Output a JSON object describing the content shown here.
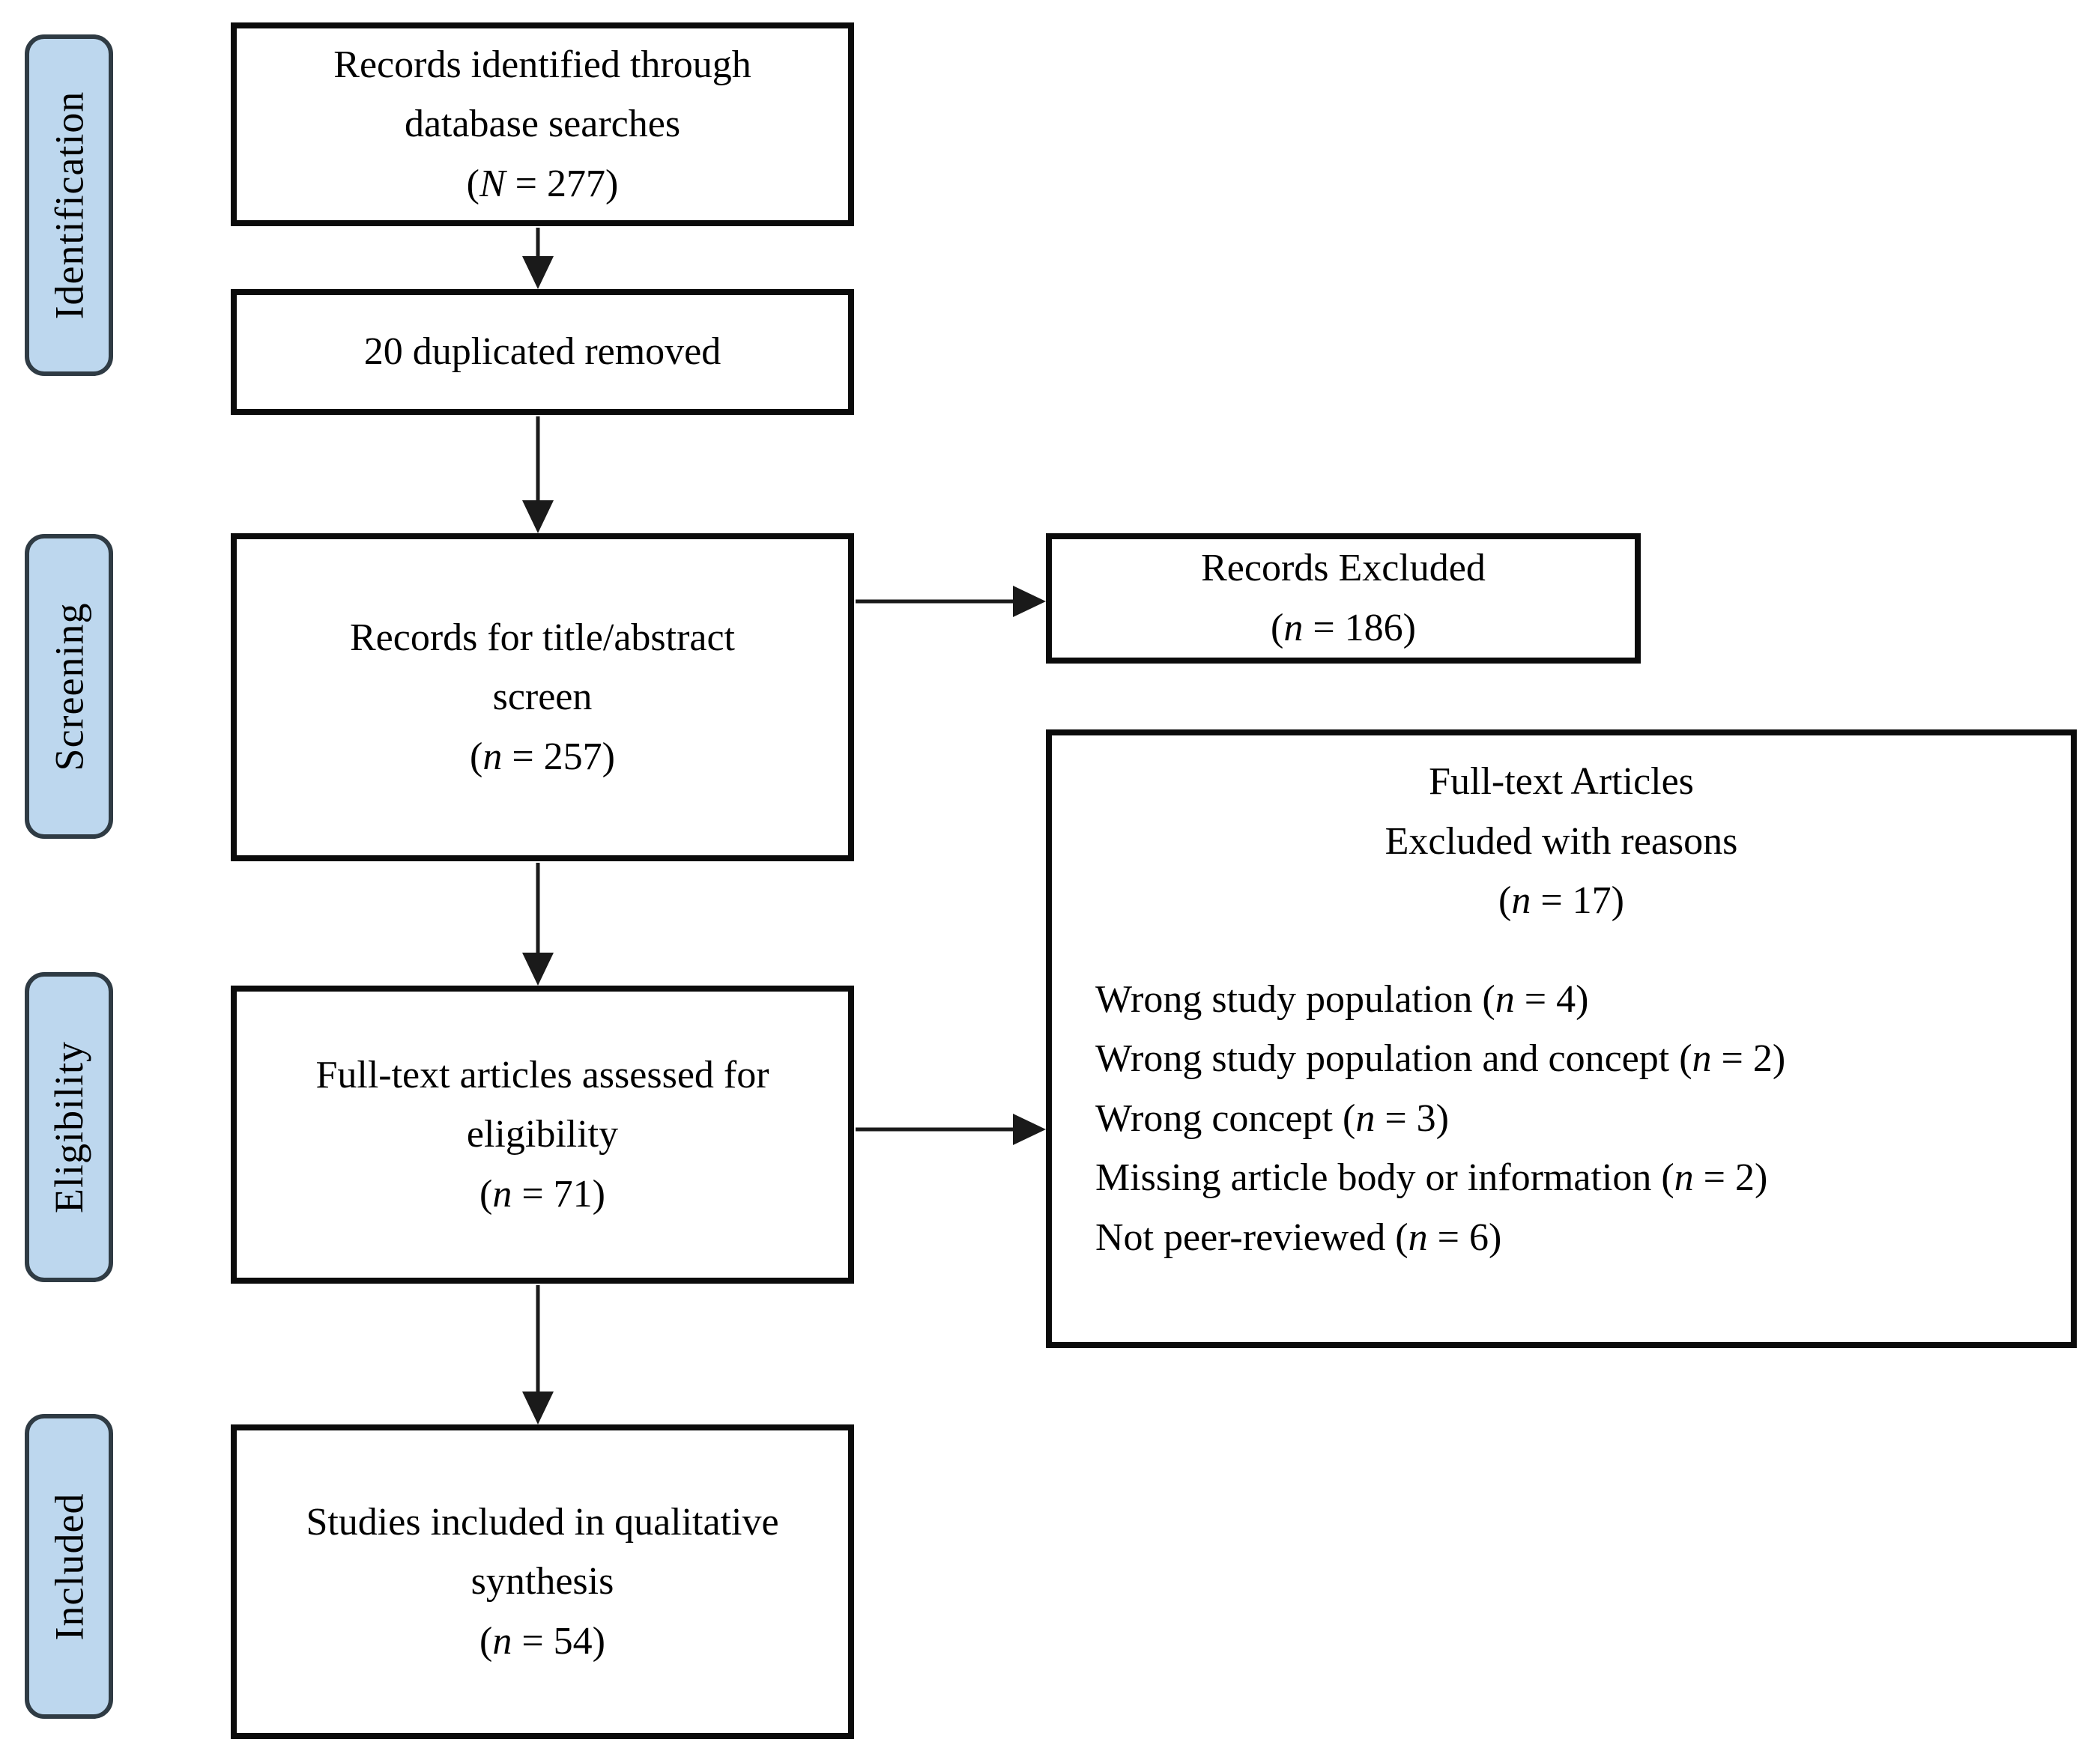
{
  "colors": {
    "sidebar_fill": "#bdd7ee",
    "sidebar_border": "#2f3b44",
    "box_border": "#0b0b0b",
    "text_color": "#000000",
    "background": "#ffffff",
    "arrow_color": "#1a1a1a"
  },
  "sidebar": {
    "items": [
      {
        "label": "Identification"
      },
      {
        "label": "Screening"
      },
      {
        "label": "Eligibility"
      },
      {
        "label": "Included"
      }
    ]
  },
  "boxes": {
    "identified": {
      "lines": [
        "Records identified through",
        "database searches"
      ],
      "count": {
        "pre": "(",
        "var": "N",
        "post": " = 277)"
      }
    },
    "duplicates": {
      "lines": [
        "20 duplicated removed"
      ]
    },
    "title_abstract": {
      "lines": [
        "Records for title/abstract",
        "screen"
      ],
      "count": {
        "pre": "(",
        "var": "n",
        "post": " = 257)"
      }
    },
    "records_excluded": {
      "lines": [
        "Records Excluded"
      ],
      "count": {
        "pre": "(",
        "var": "n",
        "post": " = 186)"
      }
    },
    "fulltext_assessed": {
      "lines": [
        "Full-text articles assessed for",
        "eligibility"
      ],
      "count": {
        "pre": "(",
        "var": "n",
        "post": " = 71)"
      }
    },
    "fulltext_excluded": {
      "heading_lines": [
        "Full-text Articles",
        "Excluded with reasons"
      ],
      "count": {
        "pre": "(",
        "var": "n",
        "post": " = 17)"
      },
      "reasons": [
        {
          "pre": "Wrong study population (",
          "var": "n",
          "post": " = 4)"
        },
        {
          "pre": "Wrong study population and concept (",
          "var": "n",
          "post": " = 2)"
        },
        {
          "pre": "Wrong concept (",
          "var": "n",
          "post": " = 3)"
        },
        {
          "pre": "Missing article body or information (",
          "var": "n",
          "post": " = 2)"
        },
        {
          "pre": "Not peer-reviewed (",
          "var": "n",
          "post": " = 6)"
        }
      ]
    },
    "included": {
      "lines": [
        "Studies included in qualitative",
        "synthesis"
      ],
      "count": {
        "pre": "(",
        "var": "n",
        "post": " = 54)"
      }
    }
  }
}
